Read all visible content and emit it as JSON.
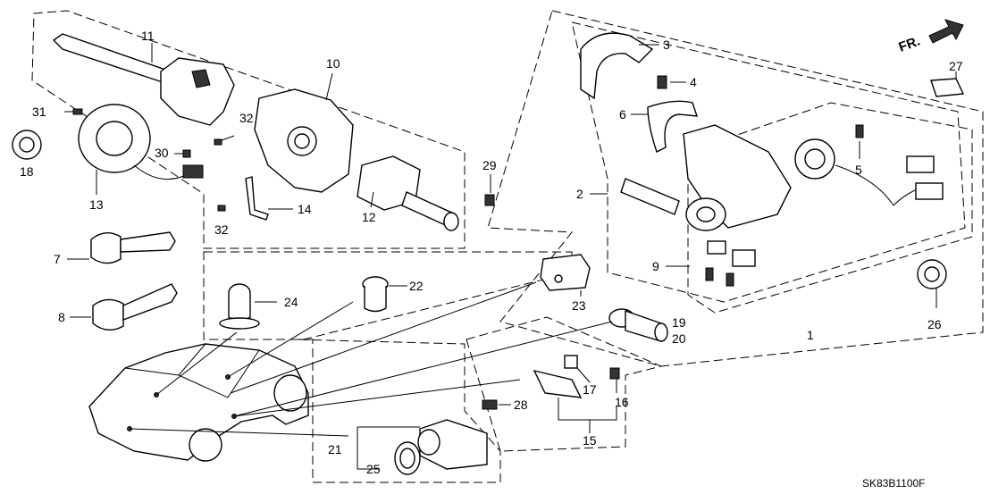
{
  "diagram": {
    "code": "SK83B1100F",
    "direction_label": "FR.",
    "callouts": [
      "1",
      "2",
      "3",
      "4",
      "5",
      "6",
      "7",
      "8",
      "9",
      "10",
      "11",
      "12",
      "13",
      "14",
      "15",
      "16",
      "17",
      "18",
      "19",
      "20",
      "21",
      "22",
      "23",
      "24",
      "25",
      "26",
      "27",
      "28",
      "29",
      "30",
      "31",
      "32",
      "32"
    ]
  }
}
